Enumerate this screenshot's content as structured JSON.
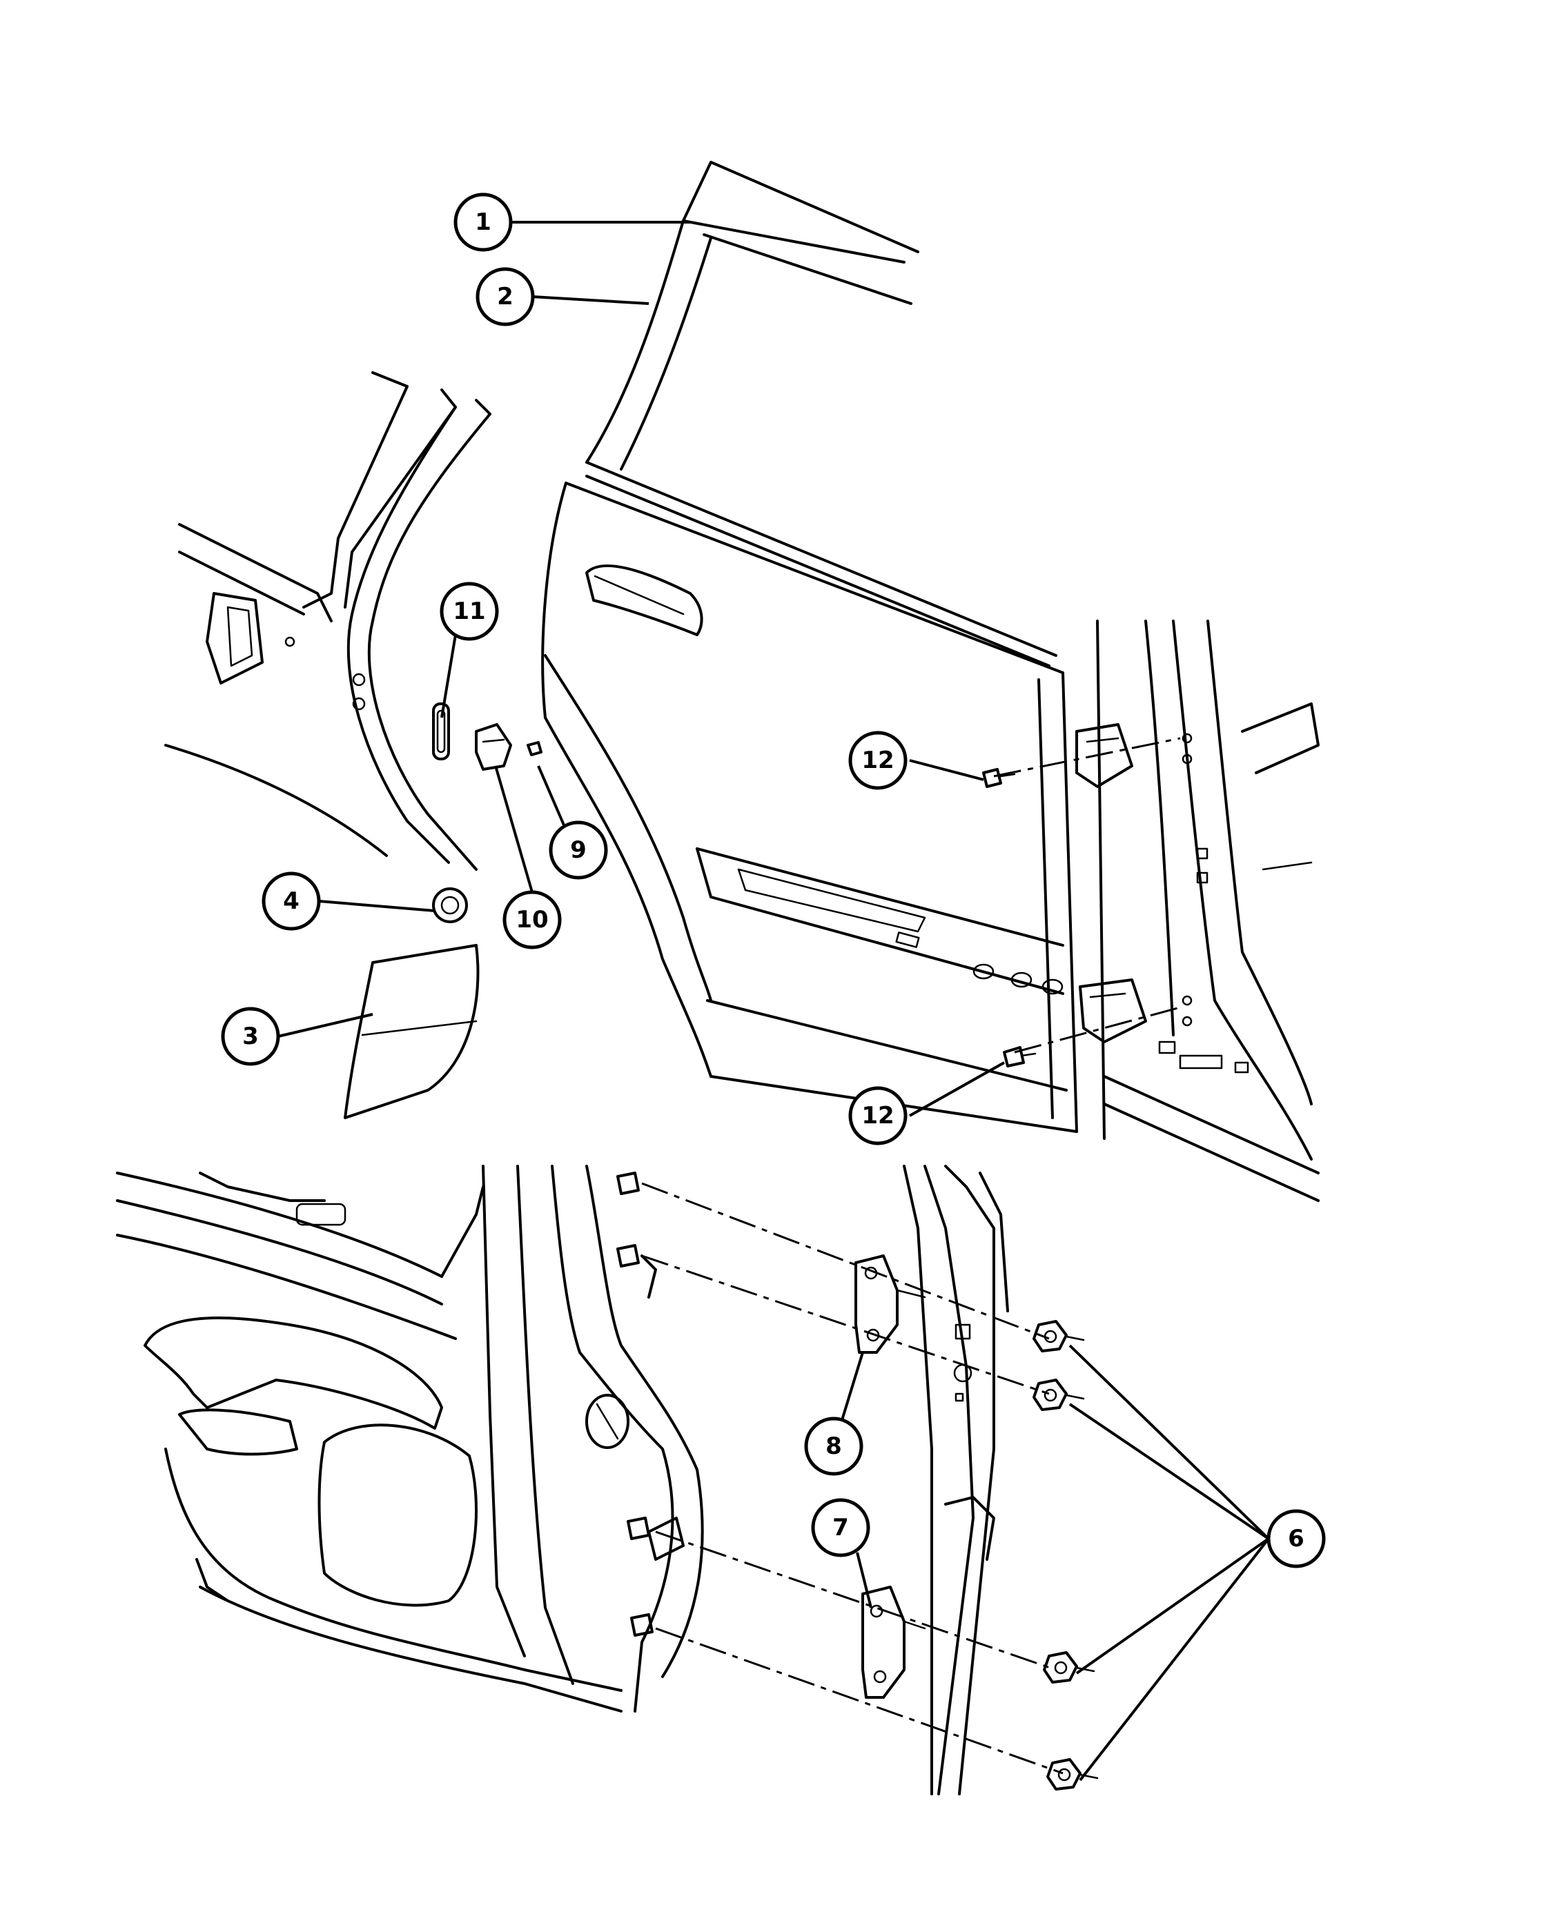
{
  "callouts": [
    {
      "id": "c1",
      "label": "1"
    },
    {
      "id": "c2",
      "label": "2"
    },
    {
      "id": "c3",
      "label": "3"
    },
    {
      "id": "c4",
      "label": "4"
    },
    {
      "id": "c6",
      "label": "6"
    },
    {
      "id": "c7",
      "label": "7"
    },
    {
      "id": "c8",
      "label": "8"
    },
    {
      "id": "c9",
      "label": "9"
    },
    {
      "id": "c10",
      "label": "10"
    },
    {
      "id": "c11",
      "label": "11"
    },
    {
      "id": "c12a",
      "label": "12"
    },
    {
      "id": "c12b",
      "label": "12"
    }
  ]
}
